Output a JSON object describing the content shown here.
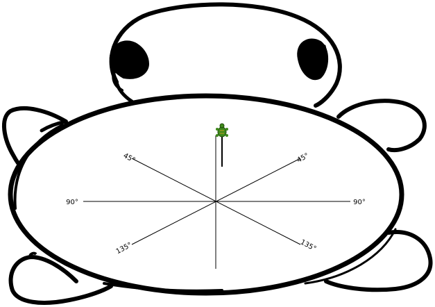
{
  "protractor": {
    "labels": {
      "top_left": "45°",
      "top_right": "45°",
      "left": "90°",
      "right": "90°",
      "bottom_left": "135°",
      "bottom_right": "135°"
    }
  },
  "turtle_sprite": {
    "icon": "turtle-icon",
    "color": "#3f8a1c"
  },
  "colors": {
    "outline": "#000000",
    "background": "#ffffff"
  }
}
